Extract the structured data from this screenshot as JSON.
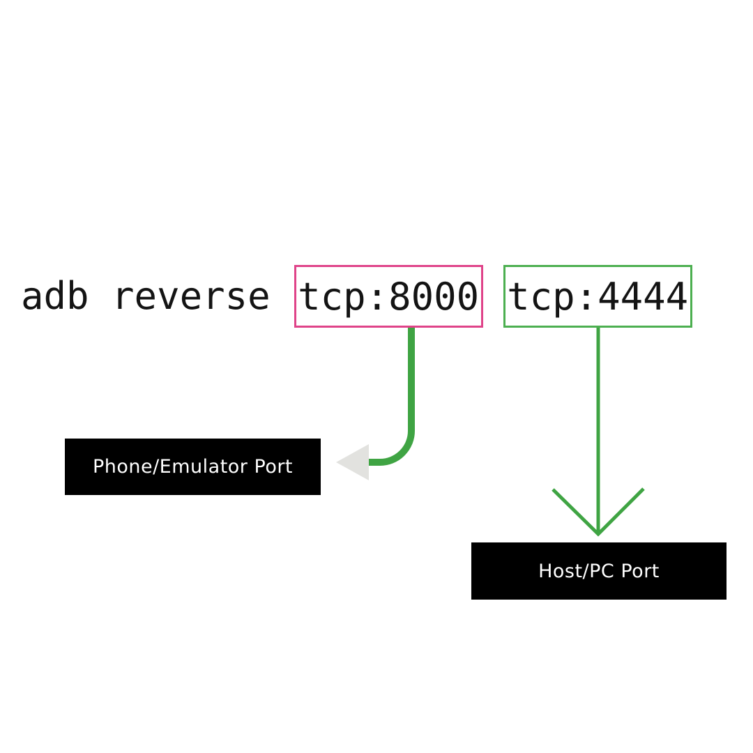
{
  "command": {
    "prefix": "adb reverse",
    "device_port": "tcp:8000",
    "host_port": "tcp:4444"
  },
  "labels": {
    "phone": "Phone/Emulator Port",
    "host": "Host/PC Port"
  },
  "colors": {
    "pink_border": "#df4389",
    "green_border": "#4caf50",
    "arrow_green": "#3fa443",
    "arrowhead_gray": "#e2e2df",
    "label_bg": "#000000",
    "label_text": "#ffffff",
    "command_text": "#141414",
    "background": "#ffffff"
  }
}
